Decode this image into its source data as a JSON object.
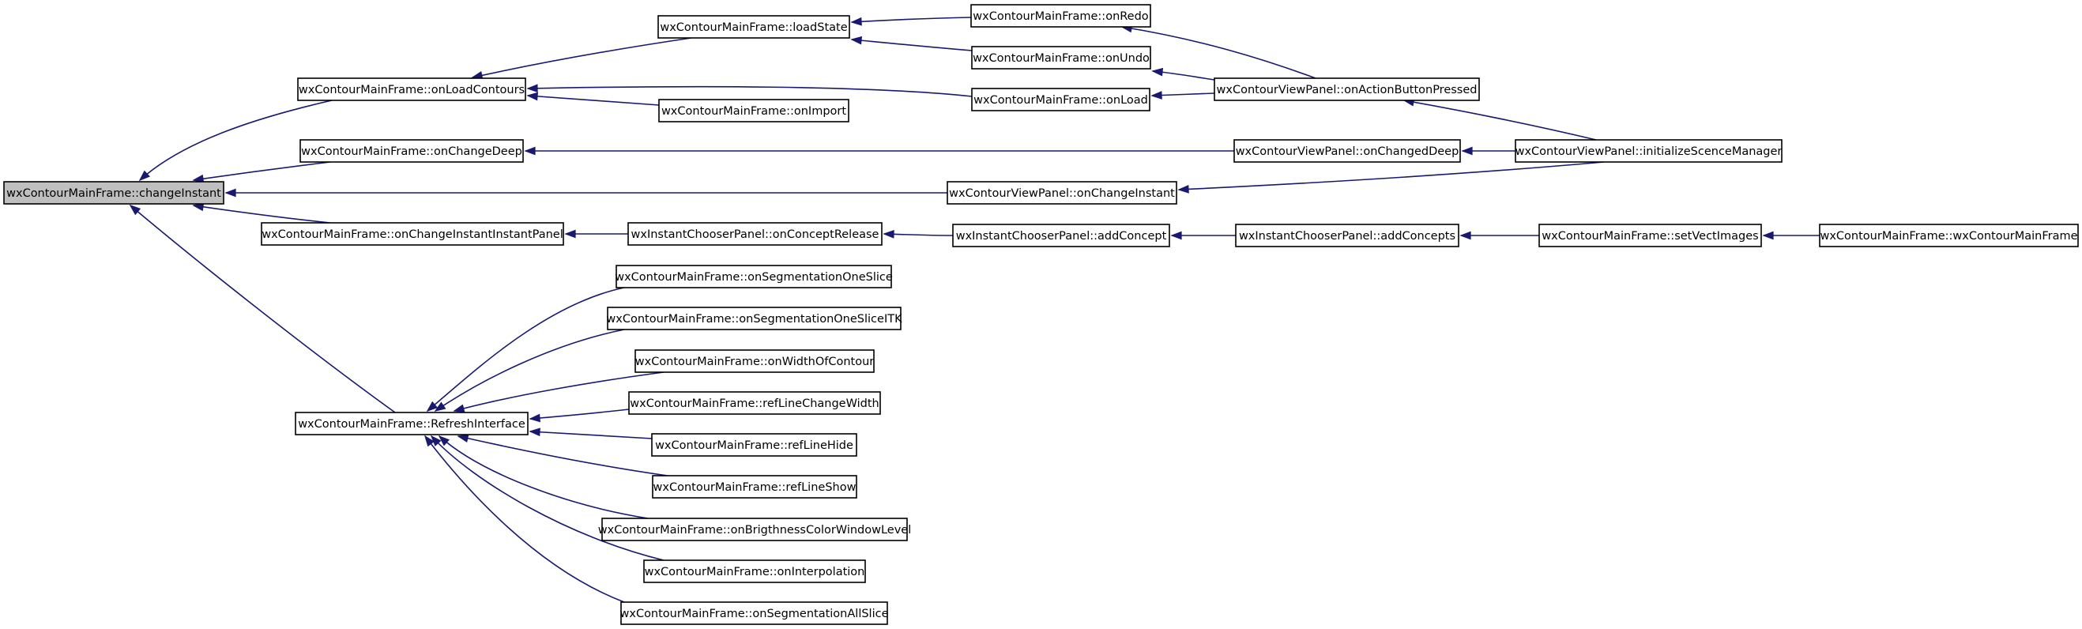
{
  "graph": {
    "colors": {
      "edge": "#191970",
      "root_fill": "#bfbfbf",
      "node_fill": "#ffffff",
      "node_border": "#000000"
    },
    "nodes": [
      {
        "id": "changeInstant",
        "label": "wxContourMainFrame::changeInstant",
        "root": true
      },
      {
        "id": "onLoadContours",
        "label": "wxContourMainFrame::onLoadContours"
      },
      {
        "id": "onChangeDeep",
        "label": "wxContourMainFrame::onChangeDeep"
      },
      {
        "id": "onChangeInstantInstantPanel",
        "label": "wxContourMainFrame::onChangeInstantInstantPanel"
      },
      {
        "id": "RefreshInterface",
        "label": "wxContourMainFrame::RefreshInterface"
      },
      {
        "id": "loadState",
        "label": "wxContourMainFrame::loadState"
      },
      {
        "id": "onImport",
        "label": "wxContourMainFrame::onImport"
      },
      {
        "id": "onRedo",
        "label": "wxContourMainFrame::onRedo"
      },
      {
        "id": "onUndo",
        "label": "wxContourMainFrame::onUndo"
      },
      {
        "id": "onLoad",
        "label": "wxContourMainFrame::onLoad"
      },
      {
        "id": "onActionButtonPressed",
        "label": "wxContourViewPanel::onActionButtonPressed"
      },
      {
        "id": "onChangedDeep",
        "label": "wxContourViewPanel::onChangedDeep"
      },
      {
        "id": "initializeScenceManager",
        "label": "wxContourViewPanel::initializeScenceManager"
      },
      {
        "id": "vpOnChangeInstant",
        "label": "wxContourViewPanel::onChangeInstant"
      },
      {
        "id": "onConceptRelease",
        "label": "wxInstantChooserPanel::onConceptRelease"
      },
      {
        "id": "addConcept",
        "label": "wxInstantChooserPanel::addConcept"
      },
      {
        "id": "addConcepts",
        "label": "wxInstantChooserPanel::addConcepts"
      },
      {
        "id": "setVectImages",
        "label": "wxContourMainFrame::setVectImages"
      },
      {
        "id": "ctor",
        "label": "wxContourMainFrame::wxContourMainFrame"
      },
      {
        "id": "onSegmentationOneSlice",
        "label": "wxContourMainFrame::onSegmentationOneSlice"
      },
      {
        "id": "onSegmentationOneSliceITK",
        "label": "wxContourMainFrame::onSegmentationOneSliceITK"
      },
      {
        "id": "onWidthOfContour",
        "label": "wxContourMainFrame::onWidthOfContour"
      },
      {
        "id": "refLineChangeWidth",
        "label": "wxContourMainFrame::refLineChangeWidth"
      },
      {
        "id": "refLineHide",
        "label": "wxContourMainFrame::refLineHide"
      },
      {
        "id": "refLineShow",
        "label": "wxContourMainFrame::refLineShow"
      },
      {
        "id": "onBrigthnessColorWindowLevel",
        "label": "wxContourMainFrame::onBrigthnessColorWindowLevel"
      },
      {
        "id": "onInterpolation",
        "label": "wxContourMainFrame::onInterpolation"
      },
      {
        "id": "onSegmentationAllSlice",
        "label": "wxContourMainFrame::onSegmentationAllSlice"
      }
    ],
    "edges": [
      {
        "from": "onLoadContours",
        "to": "changeInstant"
      },
      {
        "from": "onChangeDeep",
        "to": "changeInstant"
      },
      {
        "from": "vpOnChangeInstant",
        "to": "changeInstant"
      },
      {
        "from": "onChangeInstantInstantPanel",
        "to": "changeInstant"
      },
      {
        "from": "RefreshInterface",
        "to": "changeInstant"
      },
      {
        "from": "loadState",
        "to": "onLoadContours"
      },
      {
        "from": "onLoad",
        "to": "onLoadContours"
      },
      {
        "from": "onImport",
        "to": "onLoadContours"
      },
      {
        "from": "onRedo",
        "to": "loadState"
      },
      {
        "from": "onUndo",
        "to": "loadState"
      },
      {
        "from": "onActionButtonPressed",
        "to": "onRedo"
      },
      {
        "from": "onActionButtonPressed",
        "to": "onUndo"
      },
      {
        "from": "onActionButtonPressed",
        "to": "onLoad"
      },
      {
        "from": "initializeScenceManager",
        "to": "onActionButtonPressed"
      },
      {
        "from": "onChangedDeep",
        "to": "onChangeDeep"
      },
      {
        "from": "initializeScenceManager",
        "to": "onChangedDeep"
      },
      {
        "from": "initializeScenceManager",
        "to": "vpOnChangeInstant"
      },
      {
        "from": "onConceptRelease",
        "to": "onChangeInstantInstantPanel"
      },
      {
        "from": "addConcept",
        "to": "onConceptRelease"
      },
      {
        "from": "addConcepts",
        "to": "addConcept"
      },
      {
        "from": "setVectImages",
        "to": "addConcepts"
      },
      {
        "from": "ctor",
        "to": "setVectImages"
      },
      {
        "from": "onSegmentationOneSlice",
        "to": "RefreshInterface"
      },
      {
        "from": "onSegmentationOneSliceITK",
        "to": "RefreshInterface"
      },
      {
        "from": "onWidthOfContour",
        "to": "RefreshInterface"
      },
      {
        "from": "refLineChangeWidth",
        "to": "RefreshInterface"
      },
      {
        "from": "refLineHide",
        "to": "RefreshInterface"
      },
      {
        "from": "refLineShow",
        "to": "RefreshInterface"
      },
      {
        "from": "onBrigthnessColorWindowLevel",
        "to": "RefreshInterface"
      },
      {
        "from": "onInterpolation",
        "to": "RefreshInterface"
      },
      {
        "from": "onSegmentationAllSlice",
        "to": "RefreshInterface"
      }
    ]
  }
}
